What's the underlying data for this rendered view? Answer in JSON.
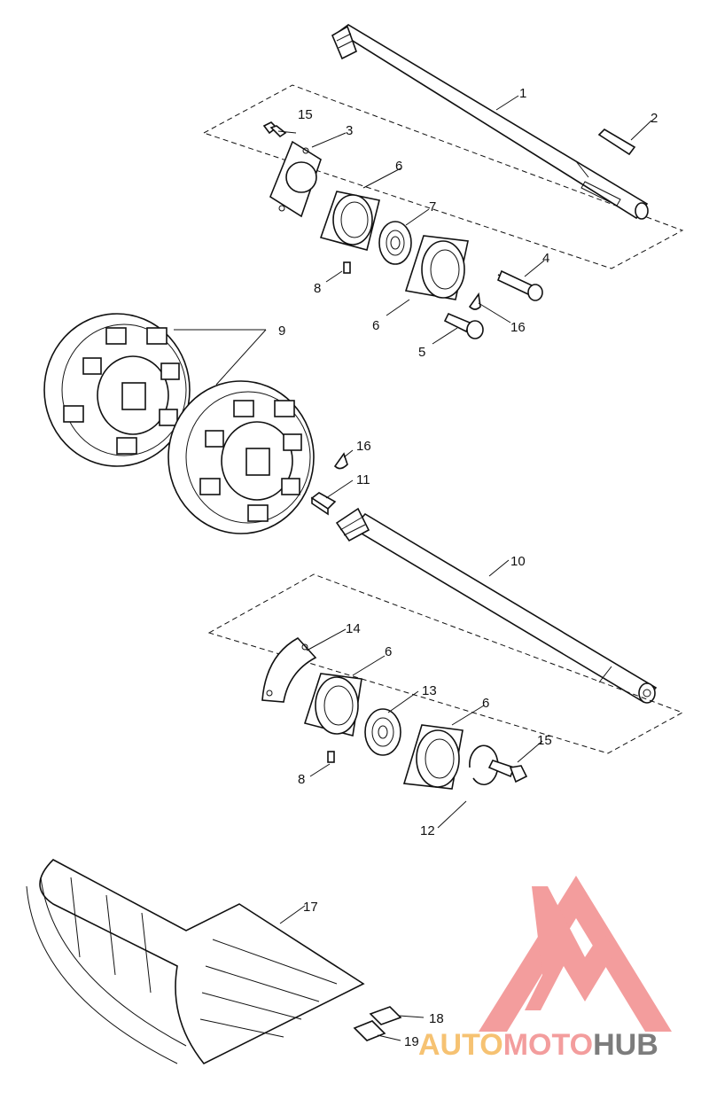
{
  "labels": {
    "l1": "1",
    "l2": "2",
    "l3": "3",
    "l4": "4",
    "l5": "5",
    "l6a": "6",
    "l6b": "6",
    "l6c": "6",
    "l6d": "6",
    "l7": "7",
    "l8a": "8",
    "l8b": "8",
    "l9": "9",
    "l10": "10",
    "l11": "11",
    "l12": "12",
    "l13": "13",
    "l14": "14",
    "l15a": "15",
    "l15b": "15",
    "l16a": "16",
    "l16b": "16",
    "l17": "17",
    "l18": "18",
    "l19": "19"
  },
  "watermark": {
    "word_a": "AUTO",
    "word_b": "MOTO",
    "word_c": "HUB",
    "colors": {
      "triangle": "#f28c8c",
      "auto": "#f5b85a",
      "moto": "#f28c8c",
      "hub": "#666666"
    }
  }
}
